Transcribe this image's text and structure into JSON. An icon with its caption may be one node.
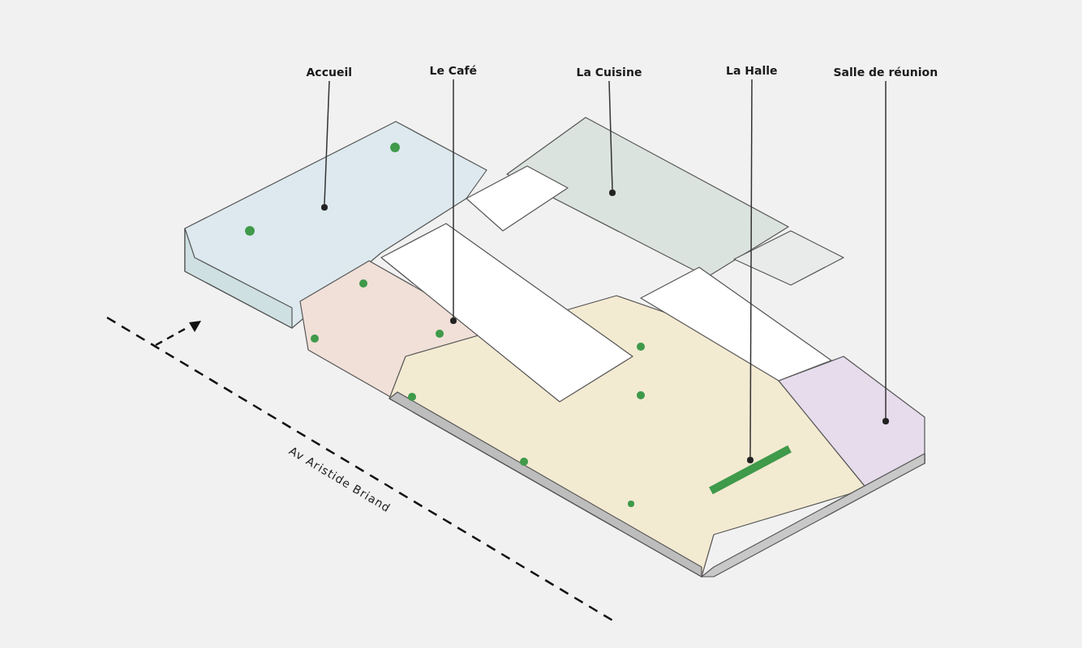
{
  "diagram": {
    "nodes": [
      {
        "text": [
          "Accueil"
        ]
      },
      {
        "text": [
          "Le Café"
        ]
      },
      {
        "text": [
          "La Cuisine"
        ]
      },
      {
        "text": [
          "La Halle"
        ]
      },
      {
        "text": [
          "Salle de réunion"
        ]
      },
      {
        "text": [],
        "shape": "circle"
      },
      {
        "text": [],
        "shape": "circle"
      },
      {
        "text": [],
        "shape": "circle"
      },
      {
        "text": [],
        "shape": "circle"
      },
      {
        "text": [],
        "shape": "circle"
      }
    ],
    "edges": [
      {
        "from": 0,
        "to": 5,
        "arrow": "none"
      },
      {
        "from": 1,
        "to": 6,
        "arrow": "none"
      },
      {
        "from": 2,
        "to": 7,
        "arrow": "none"
      },
      {
        "from": 3,
        "to": 8,
        "arrow": "none"
      },
      {
        "from": 4,
        "to": 9,
        "arrow": "none"
      }
    ],
    "labels": [
      "Av Aristide Briand"
    ]
  }
}
